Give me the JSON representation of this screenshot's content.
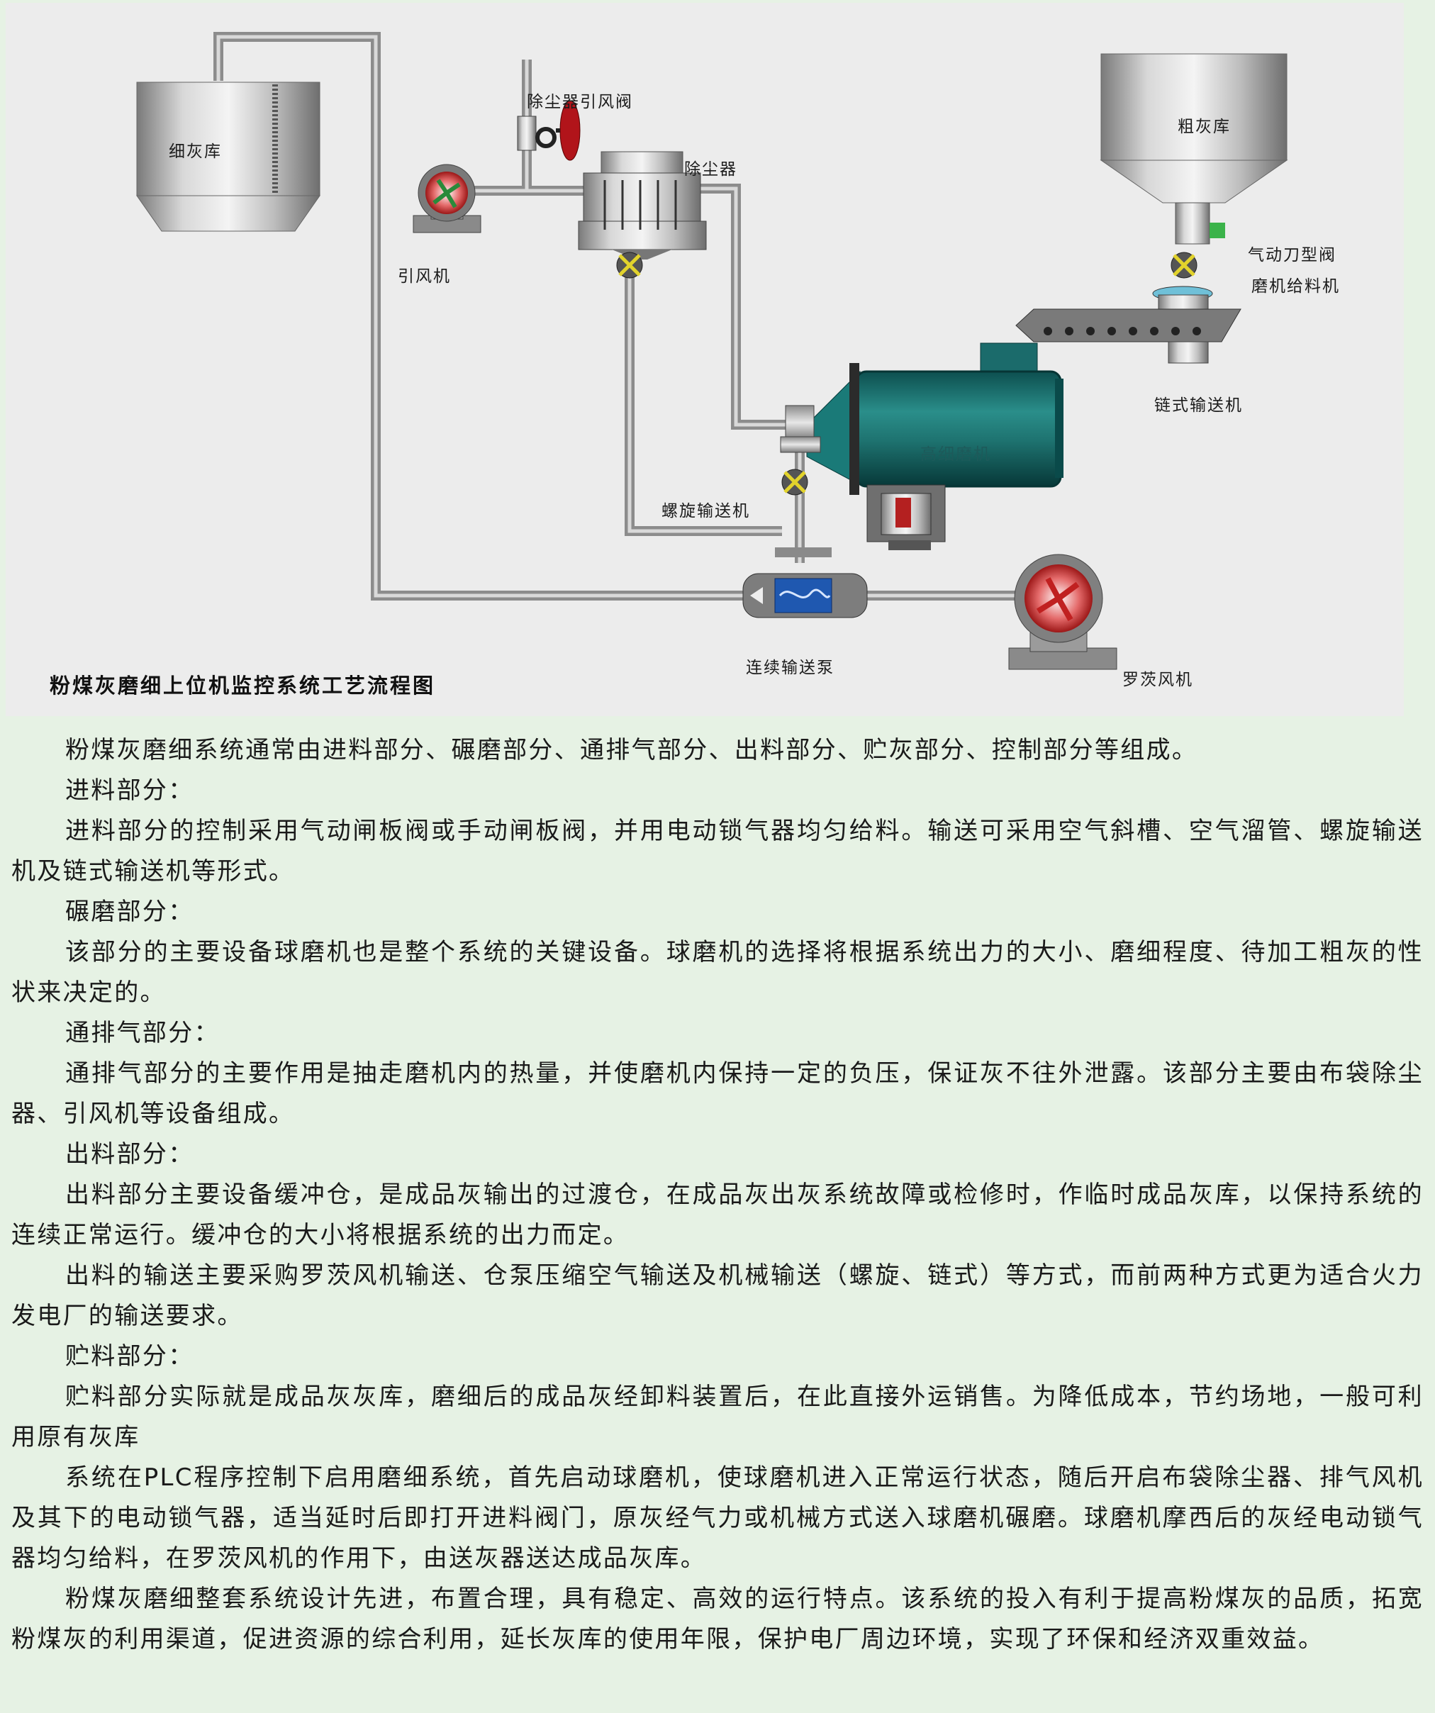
{
  "diagram": {
    "caption": "粉煤灰磨细上位机监控系统工艺流程图",
    "labels": {
      "fine_ash_silo": "细灰库",
      "dust_fan_valve": "除尘器引风阀",
      "dust_collector": "除尘器",
      "induced_fan": "引风机",
      "coarse_ash_silo": "粗灰库",
      "pneumatic_gate_valve": "气动刀型阀",
      "mill_feeder": "磨机给料机",
      "chain_conveyor": "链式输送机",
      "fine_mill": "高细磨机",
      "screw_conveyor": "螺旋输送机",
      "continuous_pump": "连续输送泵",
      "roots_blower": "罗茨风机"
    }
  },
  "article": {
    "p1": "粉煤灰磨细系统通常由进料部分、碾磨部分、通排气部分、出料部分、贮灰部分、控制部分等组成。",
    "h_feed": "进料部分：",
    "p_feed": "进料部分的控制采用气动闸板阀或手动闸板阀，并用电动锁气器均匀给料。输送可采用空气斜槽、空气溜管、螺旋输送机及链式输送机等形式。",
    "h_mill": "碾磨部分：",
    "p_mill": "该部分的主要设备球磨机也是整个系统的关键设备。球磨机的选择将根据系统出力的大小、磨细程度、待加工粗灰的性状来决定的。",
    "h_vent": "通排气部分：",
    "p_vent": "通排气部分的主要作用是抽走磨机内的热量，并使磨机内保持一定的负压，保证灰不往外泄露。该部分主要由布袋除尘器、引风机等设备组成。",
    "h_out": "出料部分：",
    "p_out1": "出料部分主要设备缓冲仓，是成品灰输出的过渡仓，在成品灰出灰系统故障或检修时，作临时成品灰库，以保持系统的连续正常运行。缓冲仓的大小将根据系统的出力而定。",
    "p_out2": "出料的输送主要采购罗茨风机输送、仓泵压缩空气输送及机械输送（螺旋、链式）等方式，而前两种方式更为适合火力发电厂的输送要求。",
    "h_store": "贮料部分：",
    "p_store": "贮料部分实际就是成品灰灰库，磨细后的成品灰经卸料装置后，在此直接外运销售。为降低成本，节约场地，一般可利用原有灰库",
    "p_plc": "系统在PLC程序控制下启用磨细系统，首先启动球磨机，使球磨机进入正常运行状态，随后开启布袋除尘器、排气风机及其下的电动锁气器，适当延时后即打开进料阀门，原灰经气力或机械方式送入球磨机碾磨。球磨机摩西后的灰经电动锁气器均匀给料，在罗茨风机的作用下，由送灰器送达成品灰库。",
    "p_summary": "粉煤灰磨细整套系统设计先进，布置合理，具有稳定、高效的运行特点。该系统的投入有利于提高粉煤灰的品质，拓宽粉煤灰的利用渠道，促进资源的综合利用，延长灰库的使用年限，保护电厂周边环境，实现了环保和经济双重效益。"
  }
}
